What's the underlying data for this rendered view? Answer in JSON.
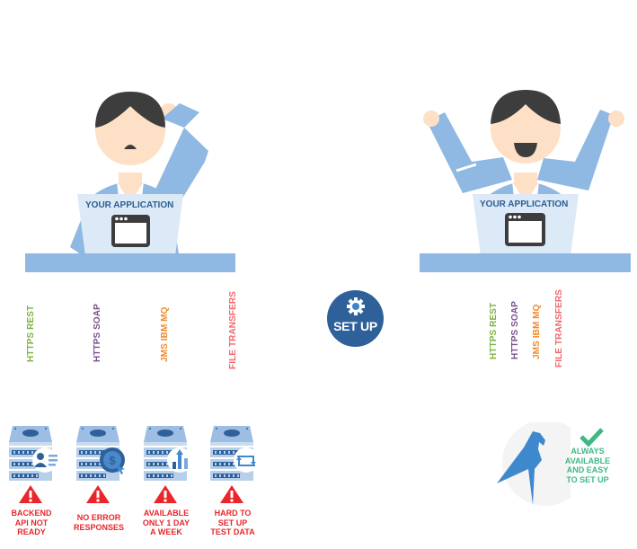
{
  "scenes": {
    "before": {
      "app_label": "YOUR APPLICATION",
      "mood": "confused"
    },
    "after": {
      "app_label": "YOUR APPLICATION",
      "mood": "happy"
    }
  },
  "protocols_before": [
    {
      "label": "HTTPS REST",
      "color": "#7cb342"
    },
    {
      "label": "HTTPS SOAP",
      "color": "#7b4f8e"
    },
    {
      "label": "JMS IBM MQ",
      "color": "#f08a2c"
    },
    {
      "label": "FILE TRANSFERS",
      "color": "#f2676b"
    }
  ],
  "protocols_after": [
    {
      "label": "HTTPS REST",
      "color": "#7cb342"
    },
    {
      "label": "HTTPS SOAP",
      "color": "#7b4f8e"
    },
    {
      "label": "JMS IBM MQ",
      "color": "#f08a2c"
    },
    {
      "label": "FILE TRANSFERS",
      "color": "#f2676b"
    }
  ],
  "setup": {
    "label": "SET UP",
    "icon": "gear-icon"
  },
  "problems": [
    {
      "icon": "user-card-icon",
      "lines": [
        "BACKEND",
        "API NOT",
        "READY"
      ]
    },
    {
      "icon": "dollar-cursor-icon",
      "lines": [
        "NO ERROR",
        "RESPONSES"
      ]
    },
    {
      "icon": "bar-chart-up-icon",
      "lines": [
        "AVAILABLE",
        "ONLY 1 DAY",
        "A WEEK"
      ]
    },
    {
      "icon": "swap-arrows-icon",
      "lines": [
        "HARD TO",
        "SET UP",
        "TEST DATA"
      ]
    }
  ],
  "solution": {
    "icon": "parrot-logo",
    "check_icon": "checkmark-icon",
    "lines": [
      "ALWAYS",
      "AVAILABLE",
      "AND EASY",
      "TO SET UP"
    ]
  },
  "colors": {
    "sleeve": "#8fb8e2",
    "laptop": "#dce9f6",
    "desk": "#8fb8e2",
    "hair": "#3d3d3d",
    "skin": "#fde0c5",
    "server": "#9dbde3",
    "server_dark": "#2e6199",
    "warning": "#e8262b",
    "success": "#3db883",
    "setup_bg": "#2e6199",
    "parrot": "#3e88cd"
  }
}
